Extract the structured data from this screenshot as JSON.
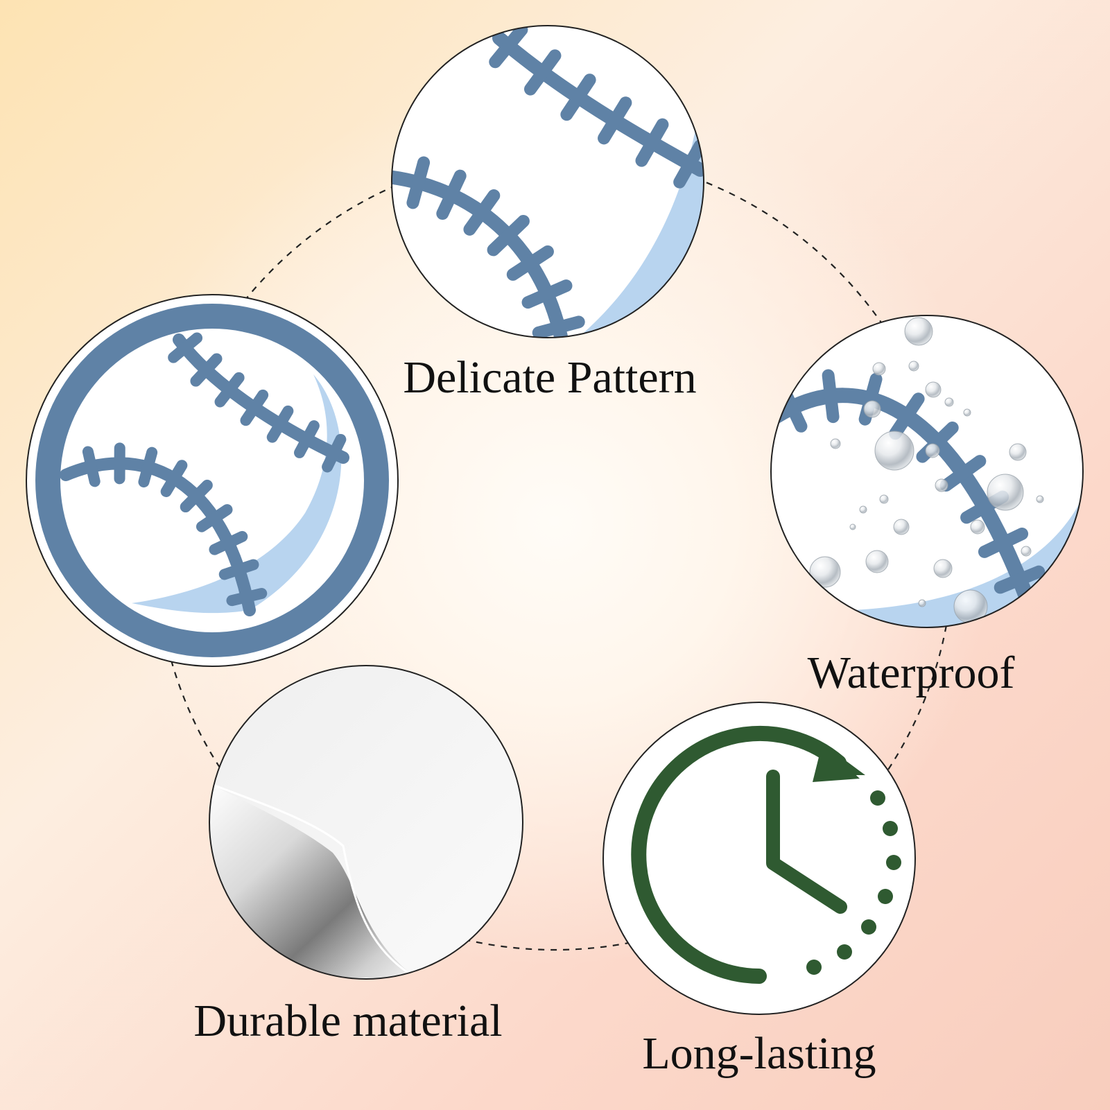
{
  "features": [
    {
      "id": "delicate",
      "label": "Delicate Pattern"
    },
    {
      "id": "waterproof",
      "label": "Waterproof"
    },
    {
      "id": "long-lasting",
      "label": "Long-lasting"
    },
    {
      "id": "durable",
      "label": "Durable material"
    }
  ],
  "colors": {
    "seam": "#5f82a6",
    "ball_shadow": "#b8d4ef",
    "clock": "#2f5a31",
    "ring_dash": "#222222",
    "circle_border": "#222222"
  },
  "icons": [
    "baseball-icon",
    "water-drops-icon",
    "clock-refresh-icon",
    "peeling-sticker-icon"
  ]
}
